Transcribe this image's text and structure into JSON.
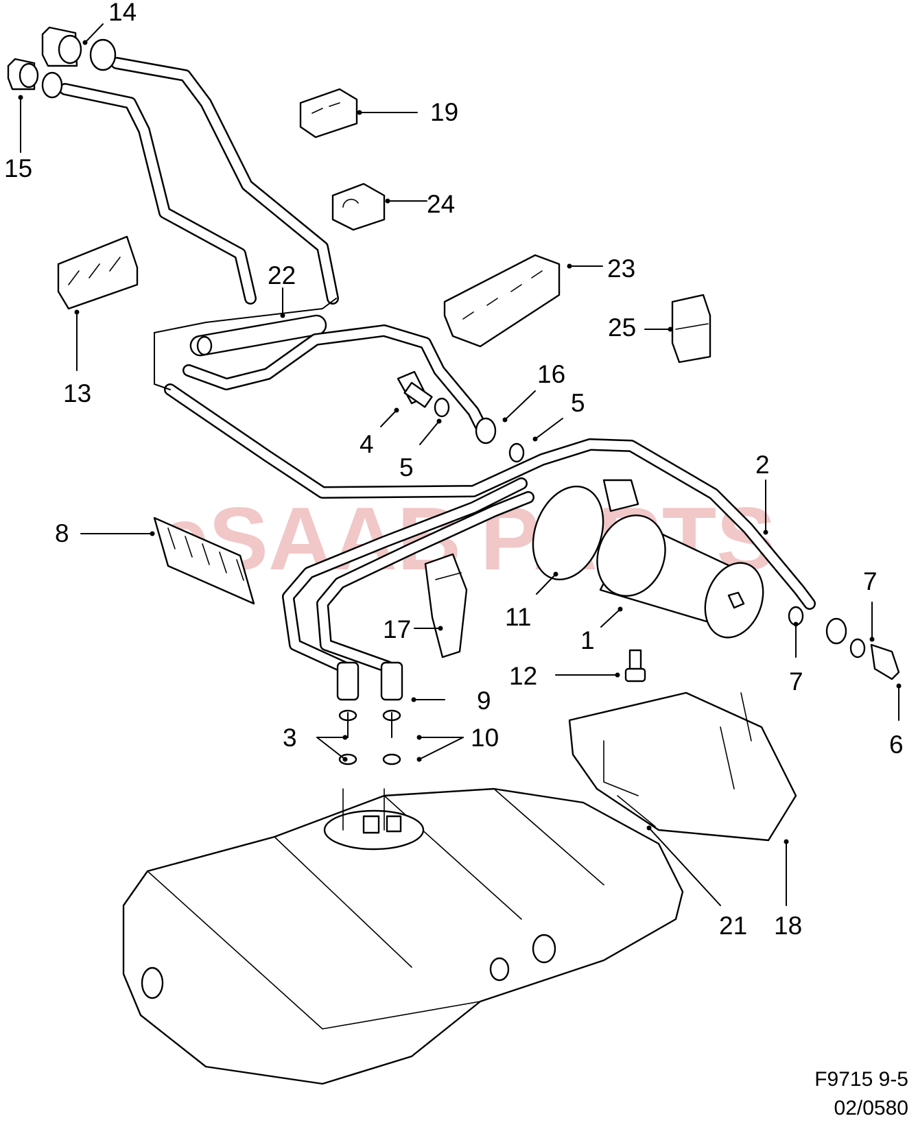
{
  "watermark": {
    "text_main": "eSAAB",
    "text_accent": "PARTS",
    "color": "#e69a9a"
  },
  "callouts": [
    {
      "id": "1",
      "label": "1"
    },
    {
      "id": "2",
      "label": "2"
    },
    {
      "id": "3",
      "label": "3"
    },
    {
      "id": "4",
      "label": "4"
    },
    {
      "id": "5a",
      "label": "5"
    },
    {
      "id": "5b",
      "label": "5"
    },
    {
      "id": "6",
      "label": "6"
    },
    {
      "id": "7a",
      "label": "7"
    },
    {
      "id": "7b",
      "label": "7"
    },
    {
      "id": "8",
      "label": "8"
    },
    {
      "id": "9",
      "label": "9"
    },
    {
      "id": "10",
      "label": "10"
    },
    {
      "id": "11",
      "label": "11"
    },
    {
      "id": "12",
      "label": "12"
    },
    {
      "id": "13",
      "label": "13"
    },
    {
      "id": "14",
      "label": "14"
    },
    {
      "id": "15",
      "label": "15"
    },
    {
      "id": "16",
      "label": "16"
    },
    {
      "id": "17",
      "label": "17"
    },
    {
      "id": "18",
      "label": "18"
    },
    {
      "id": "19",
      "label": "19"
    },
    {
      "id": "21",
      "label": "21"
    },
    {
      "id": "22",
      "label": "22"
    },
    {
      "id": "23",
      "label": "23"
    },
    {
      "id": "24",
      "label": "24"
    },
    {
      "id": "25",
      "label": "25"
    }
  ],
  "footer": {
    "figure_code": "F9715 9-5",
    "date_code": "02/0580"
  }
}
